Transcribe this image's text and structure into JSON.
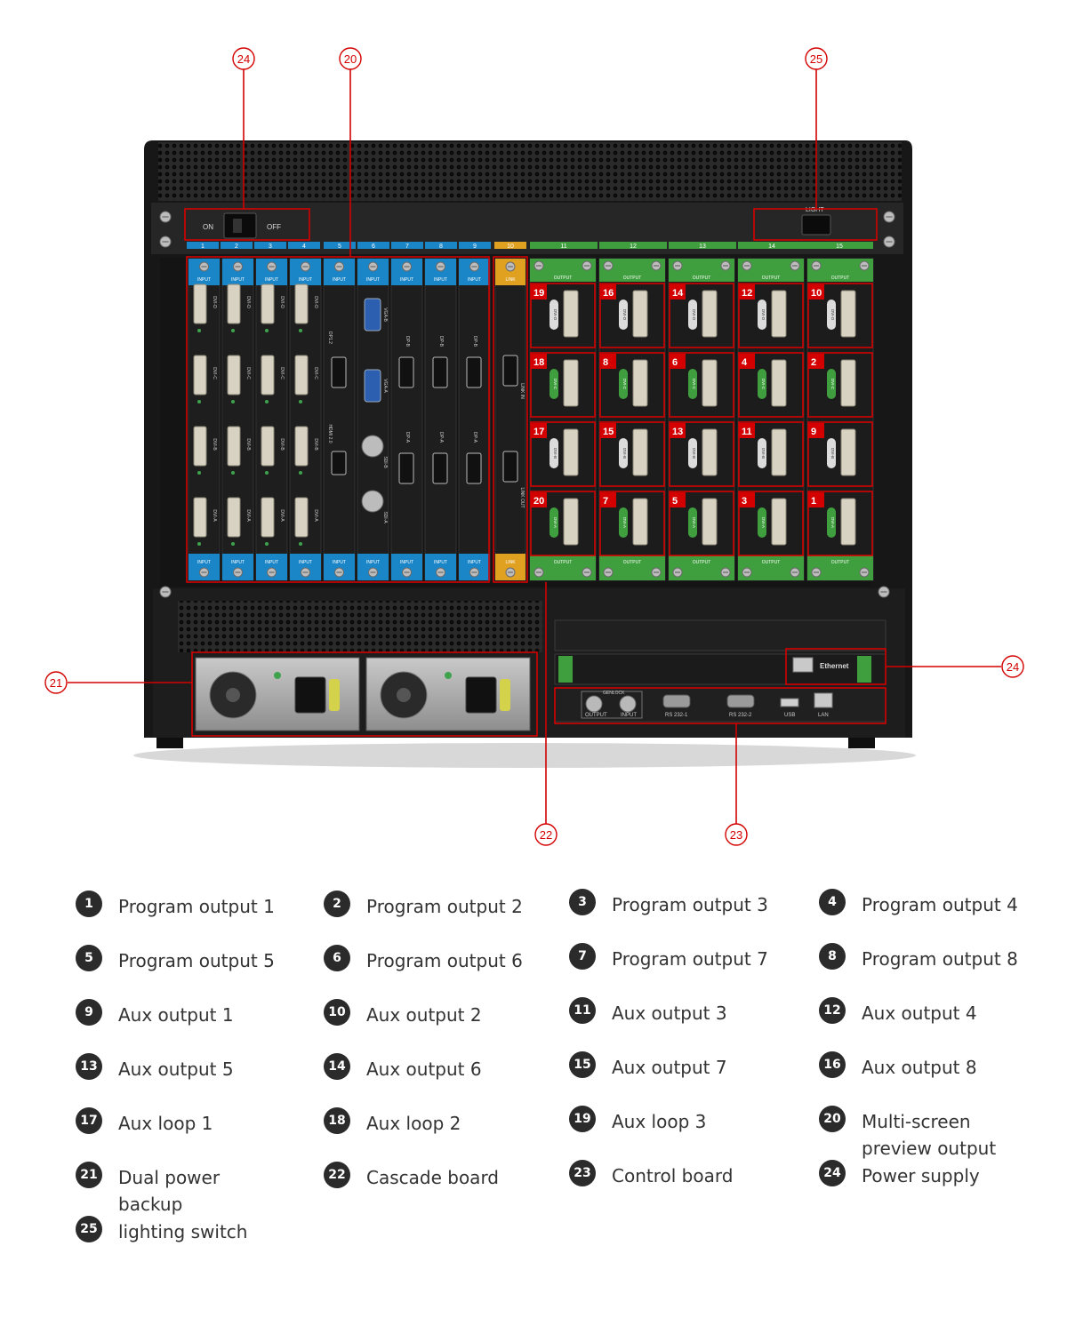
{
  "colors": {
    "callout_red": "#d40000",
    "input_blue": "#1a86c8",
    "output_green": "#3f9f3f",
    "cascade_yellow": "#e0a020",
    "chassis_black": "#1c1c1c",
    "legend_badge": "#2b2b2b"
  },
  "device": {
    "switch_on": "ON",
    "switch_off": "OFF",
    "light_label": "LIGHT",
    "ethernet_label": "Ethernet",
    "slot_numbers": [
      "1",
      "2",
      "3",
      "4",
      "5",
      "6",
      "7",
      "8",
      "9",
      "10",
      "11",
      "12",
      "13",
      "14",
      "15"
    ],
    "input_label": "INPUT",
    "output_label": "OUTPUT",
    "link_label": "LINK",
    "link_in": "LINK IN",
    "link_out": "LINK OUT",
    "dvi_cards": [
      [
        "DVI-D",
        "DVI-C",
        "DVI-B",
        "DVI-A"
      ],
      [
        "DVI-D",
        "DVI-C",
        "DVI-B",
        "DVI-A"
      ],
      [
        "DVI-D",
        "DVI-C",
        "DVI-B",
        "DVI-A"
      ],
      [
        "DVI-D",
        "DVI-C",
        "DVI-B",
        "DVI-A"
      ]
    ],
    "card5_labels": [
      "DP1.2",
      "HDMI 2.0"
    ],
    "card6_labels": [
      "VGA-B",
      "VGA-A",
      "SDI-B",
      "SDI-A"
    ],
    "dp_card_labels": [
      "DP-B",
      "DP-A"
    ],
    "output_badges": [
      [
        "19",
        "16",
        "14",
        "12",
        "10"
      ],
      [
        "18",
        "8",
        "6",
        "4",
        "2"
      ],
      [
        "17",
        "15",
        "13",
        "11",
        "9"
      ],
      [
        "20",
        "7",
        "5",
        "3",
        "1"
      ]
    ],
    "output_port_labels": [
      "DVI-D",
      "DVI-C",
      "DVI-B",
      "DVI-A"
    ],
    "control_labels": {
      "output": "OUTPUT",
      "input": "INPUT",
      "rs232_1": "RS 232-1",
      "rs232_2": "RS 232-2",
      "usb": "USB",
      "lan": "LAN",
      "genlock": "GENLOCK"
    }
  },
  "callouts": {
    "power_switch": "24",
    "input_cards": "20",
    "lighting": "25",
    "power_modules": "21",
    "cascade": "22",
    "control": "23",
    "ethernet_card": "24"
  },
  "legend": [
    {
      "num": "1",
      "text": "Program output 1"
    },
    {
      "num": "2",
      "text": "Program output 2"
    },
    {
      "num": "3",
      "text": "Program output 3"
    },
    {
      "num": "4",
      "text": "Program output 4"
    },
    {
      "num": "5",
      "text": "Program output 5"
    },
    {
      "num": "6",
      "text": "Program output 6"
    },
    {
      "num": "7",
      "text": "Program output 7"
    },
    {
      "num": "8",
      "text": "Program output 8"
    },
    {
      "num": "9",
      "text": "Aux output 1"
    },
    {
      "num": "10",
      "text": "Aux output 2"
    },
    {
      "num": "11",
      "text": "Aux output 3"
    },
    {
      "num": "12",
      "text": "Aux output 4"
    },
    {
      "num": "13",
      "text": "Aux output 5"
    },
    {
      "num": "14",
      "text": "Aux output 6"
    },
    {
      "num": "15",
      "text": "Aux output 7"
    },
    {
      "num": "16",
      "text": "Aux output 8"
    },
    {
      "num": "17",
      "text": "Aux loop 1"
    },
    {
      "num": "18",
      "text": "Aux loop 2"
    },
    {
      "num": "19",
      "text": "Aux loop 3"
    },
    {
      "num": "20",
      "text": "Multi-screen preview output"
    },
    {
      "num": "21",
      "text": "Dual power backup"
    },
    {
      "num": "22",
      "text": "Cascade board"
    },
    {
      "num": "23",
      "text": "Control board"
    },
    {
      "num": "24",
      "text": "Power supply"
    },
    {
      "num": "25",
      "text": "lighting switch"
    }
  ]
}
